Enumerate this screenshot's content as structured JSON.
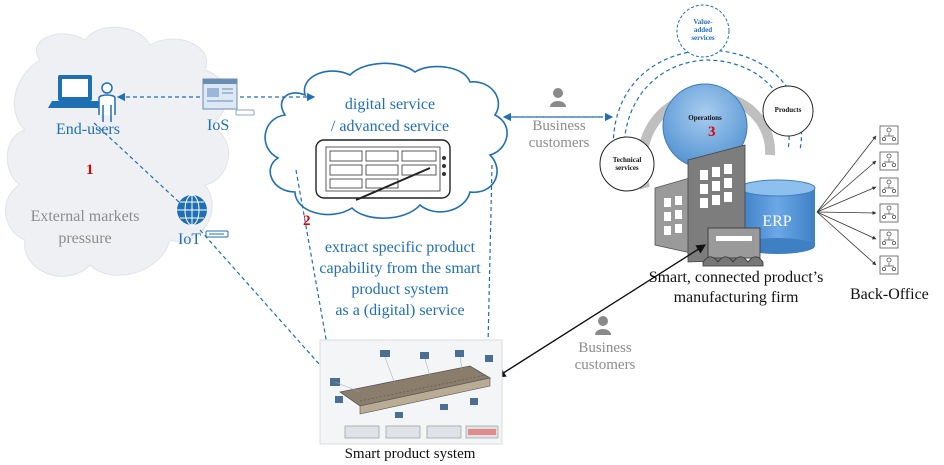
{
  "labels": {
    "end_users": "End-users",
    "ios": "IoS",
    "iot": "IoT",
    "num_1": "1",
    "num_2": "2",
    "num_3": "3",
    "external_line1": "External markets",
    "external_line2": "pressure",
    "digital_line1": "digital service",
    "digital_line2": "/ advanced service",
    "extract_line1": "extract specific product",
    "extract_line2": "capability from the smart",
    "extract_line3": "product system",
    "extract_line4": "as a (digital) service",
    "business_top_line1": "Business",
    "business_top_line2": "customers",
    "business_bottom_line1": "Business",
    "business_bottom_line2": "customers",
    "value_added_line1": "Value-",
    "value_added_line2": "added",
    "value_added_line3": "services",
    "operations": "Operations",
    "products": "Products",
    "technical_line1": "Technical",
    "technical_line2": "services",
    "erp": "ERP",
    "firm_line1": "Smart, connected product’s",
    "firm_line2": "manufacturing firm",
    "back_office": "Back-Office",
    "smart_product_system": "Smart product system"
  },
  "colors": {
    "primary_blue": "#1f6fb4",
    "gray_text": "#8c8c8c",
    "red_number": "#e00000",
    "cloud_fill": "#eef0f4",
    "building_gray": "#8a8a8a",
    "erp_blue": "#4a8fd4",
    "operations_blue": "#6fa6dd"
  },
  "icons": [
    "computer-user-icon",
    "browser-window-icon",
    "globe-network-icon",
    "person-silhouette-icon",
    "org-chart-icon",
    "factory-building-icon",
    "database-cylinder-icon",
    "tablet-device-icon"
  ]
}
